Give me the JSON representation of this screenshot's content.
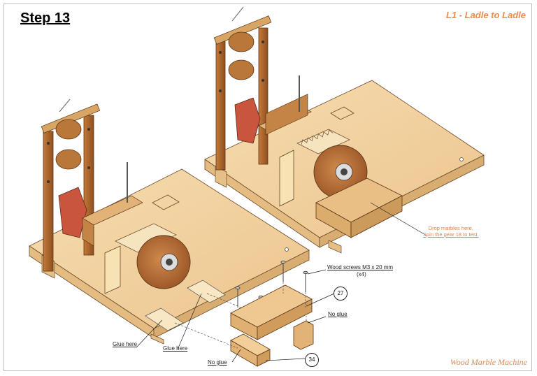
{
  "header": {
    "step_title": "Step 13",
    "model_title": "L1 - Ladle to Ladle"
  },
  "footer": {
    "brand": "Wood Marble Machine"
  },
  "labels": {
    "screws": "Wood screws M3 x 20 mm",
    "screws_qty": "(x4)",
    "no_glue_right": "No glue",
    "glue_here_left": "Glue here",
    "glue_here_mid": "Glue here",
    "no_glue_bottom": "No glue",
    "test_note_line1": "Drop marbles here,",
    "test_note_line2": "Spin the gear 18 to test."
  },
  "callouts": {
    "part_a": "27",
    "part_b": "34"
  },
  "colors": {
    "wood_light": "#f2d3a0",
    "wood_mid": "#e0b57a",
    "wood_dark": "#a8652d",
    "accent_orange": "#ee8a4f",
    "red_part": "#c9553d"
  }
}
